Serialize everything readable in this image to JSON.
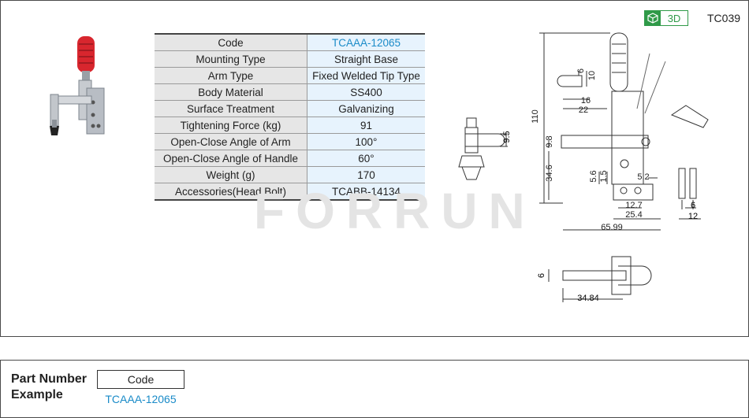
{
  "header": {
    "badge_label": "3D",
    "model_code": "TC039"
  },
  "watermark": "FORRUN",
  "specs": [
    {
      "label": "Code",
      "value": "TCAAA-12065"
    },
    {
      "label": "Mounting Type",
      "value": "Straight Base"
    },
    {
      "label": "Arm Type",
      "value": "Fixed Welded Tip Type"
    },
    {
      "label": "Body Material",
      "value": "SS400"
    },
    {
      "label": "Surface Treatment",
      "value": "Galvanizing"
    },
    {
      "label": "Tightening Force (kg)",
      "value": "91"
    },
    {
      "label": "Open-Close Angle of Arm",
      "value": "100°"
    },
    {
      "label": "Open-Close  Angle of Handle",
      "value": "60°"
    },
    {
      "label": "Weight (g)",
      "value": "170"
    },
    {
      "label": "Accessories(Head Bolt)",
      "value": "TCABB-14134"
    }
  ],
  "drawing": {
    "head_bolt_dims": {
      "d1": "9.5"
    },
    "front_view_dims": {
      "height": "110",
      "h1": "9.8",
      "h2": "34.6",
      "tip_w1": "6",
      "tip_w2": "10",
      "tip_l1": "16",
      "tip_l2": "22",
      "hole_a": "5.6",
      "hole_b": "1.5",
      "hole_c": "5.2",
      "base_a": "12.7",
      "base_b": "25.4",
      "total_w": "65.99"
    },
    "side_view_dims": {
      "w1": "6",
      "w2": "12"
    },
    "top_view_dims": {
      "t": "6",
      "len": "34.84"
    }
  },
  "part_example": {
    "title_line1": "Part Number",
    "title_line2": "Example",
    "code_header": "Code",
    "code_value": "TCAAA-12065"
  },
  "colors": {
    "accent_blue": "#1a8bc8",
    "accent_green": "#2f9a48",
    "handle_red": "#d8262e"
  }
}
